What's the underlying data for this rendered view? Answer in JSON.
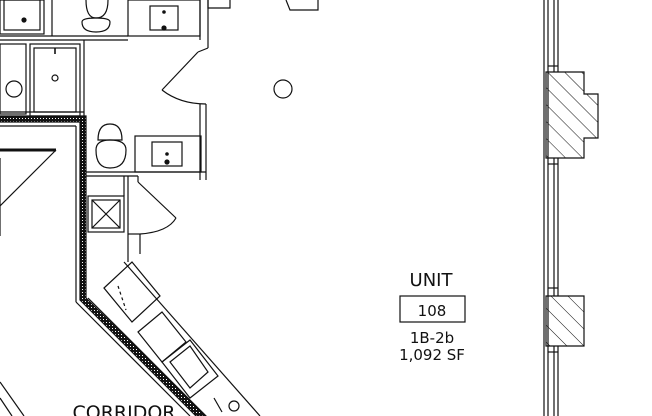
{
  "floor_plan": {
    "unit_heading": "UNIT",
    "unit_number": "108",
    "unit_type": "1B-2b",
    "unit_area": "1,092 SF",
    "corridor_label": "CORRIDOR"
  },
  "colors": {
    "line": "#111111",
    "background": "#ffffff"
  }
}
